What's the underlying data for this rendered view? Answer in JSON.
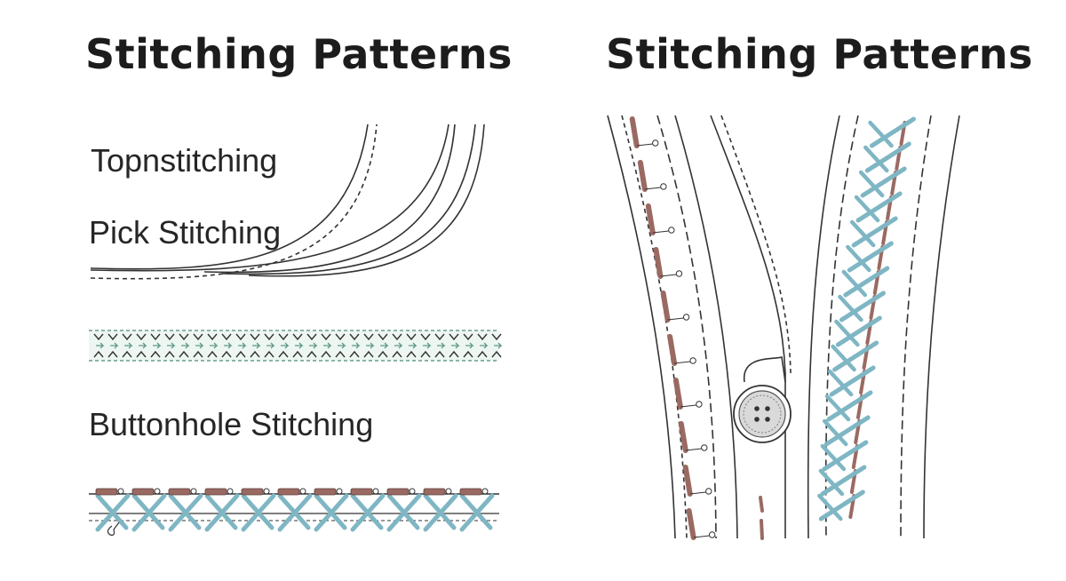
{
  "titles": {
    "left": "Stitching Patterns",
    "right": "Stitching Patterns"
  },
  "labels": {
    "topstitching": "Topnstitching",
    "pick_stitching": "Pick Stitching",
    "buttonhole_stitching": "Buttonhole Stitching"
  },
  "colors": {
    "line": "#333333",
    "brown_stitch": "#9a6a62",
    "blue_stitch": "#7fb6c4",
    "green_stitch": "#5f9a8a",
    "button": "#d9d9d9"
  }
}
